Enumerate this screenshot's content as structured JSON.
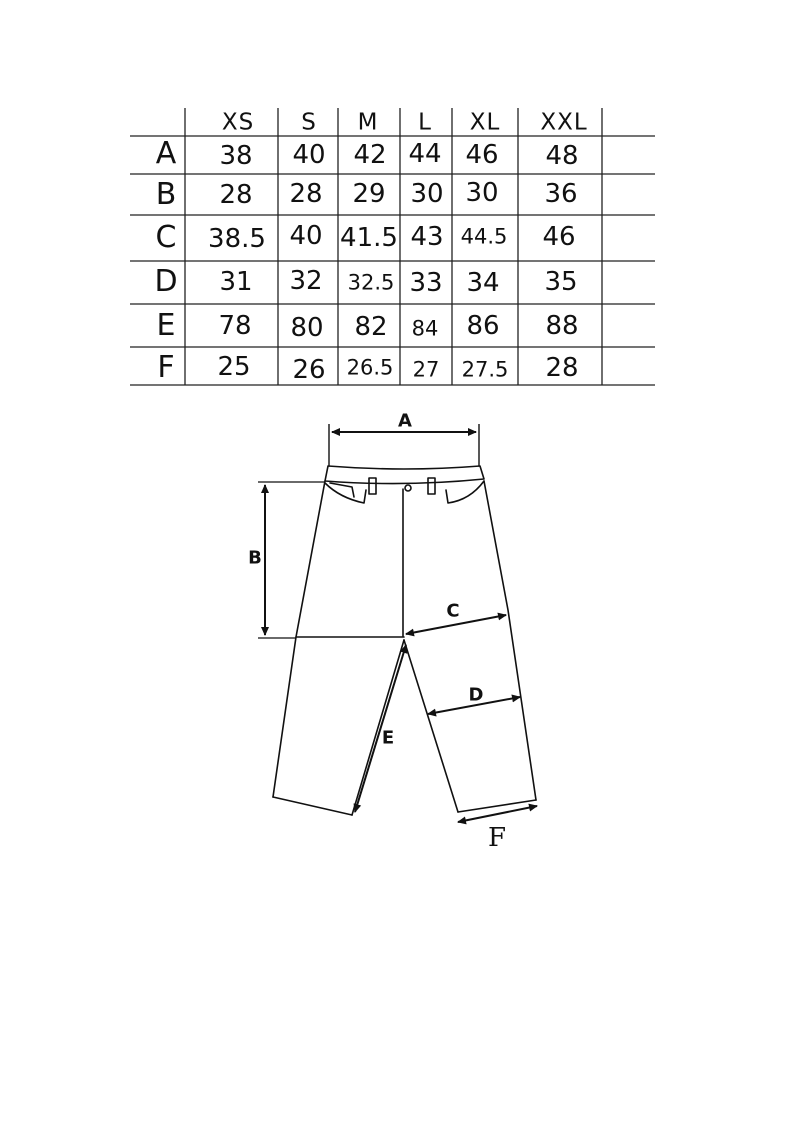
{
  "size_chart": {
    "columns": [
      "XS",
      "S",
      "M",
      "L",
      "XL",
      "XXL"
    ],
    "rows": [
      {
        "label": "A",
        "values": [
          "38",
          "40",
          "42",
          "44",
          "46",
          "48"
        ]
      },
      {
        "label": "B",
        "values": [
          "28",
          "28",
          "29",
          "30",
          "30",
          "36"
        ]
      },
      {
        "label": "C",
        "values": [
          "38.5",
          "40",
          "41.5",
          "43",
          "44.5",
          "46"
        ]
      },
      {
        "label": "D",
        "values": [
          "31",
          "32",
          "32.5",
          "33",
          "34",
          "35"
        ]
      },
      {
        "label": "E",
        "values": [
          "78",
          "80",
          "82",
          "84",
          "86",
          "88"
        ]
      },
      {
        "label": "F",
        "values": [
          "25",
          "26",
          "26.5",
          "27",
          "27.5",
          "28"
        ]
      }
    ]
  },
  "diagram": {
    "labels": {
      "a": "A",
      "b": "B",
      "c": "C",
      "d": "D",
      "e": "E",
      "f": "F"
    }
  }
}
